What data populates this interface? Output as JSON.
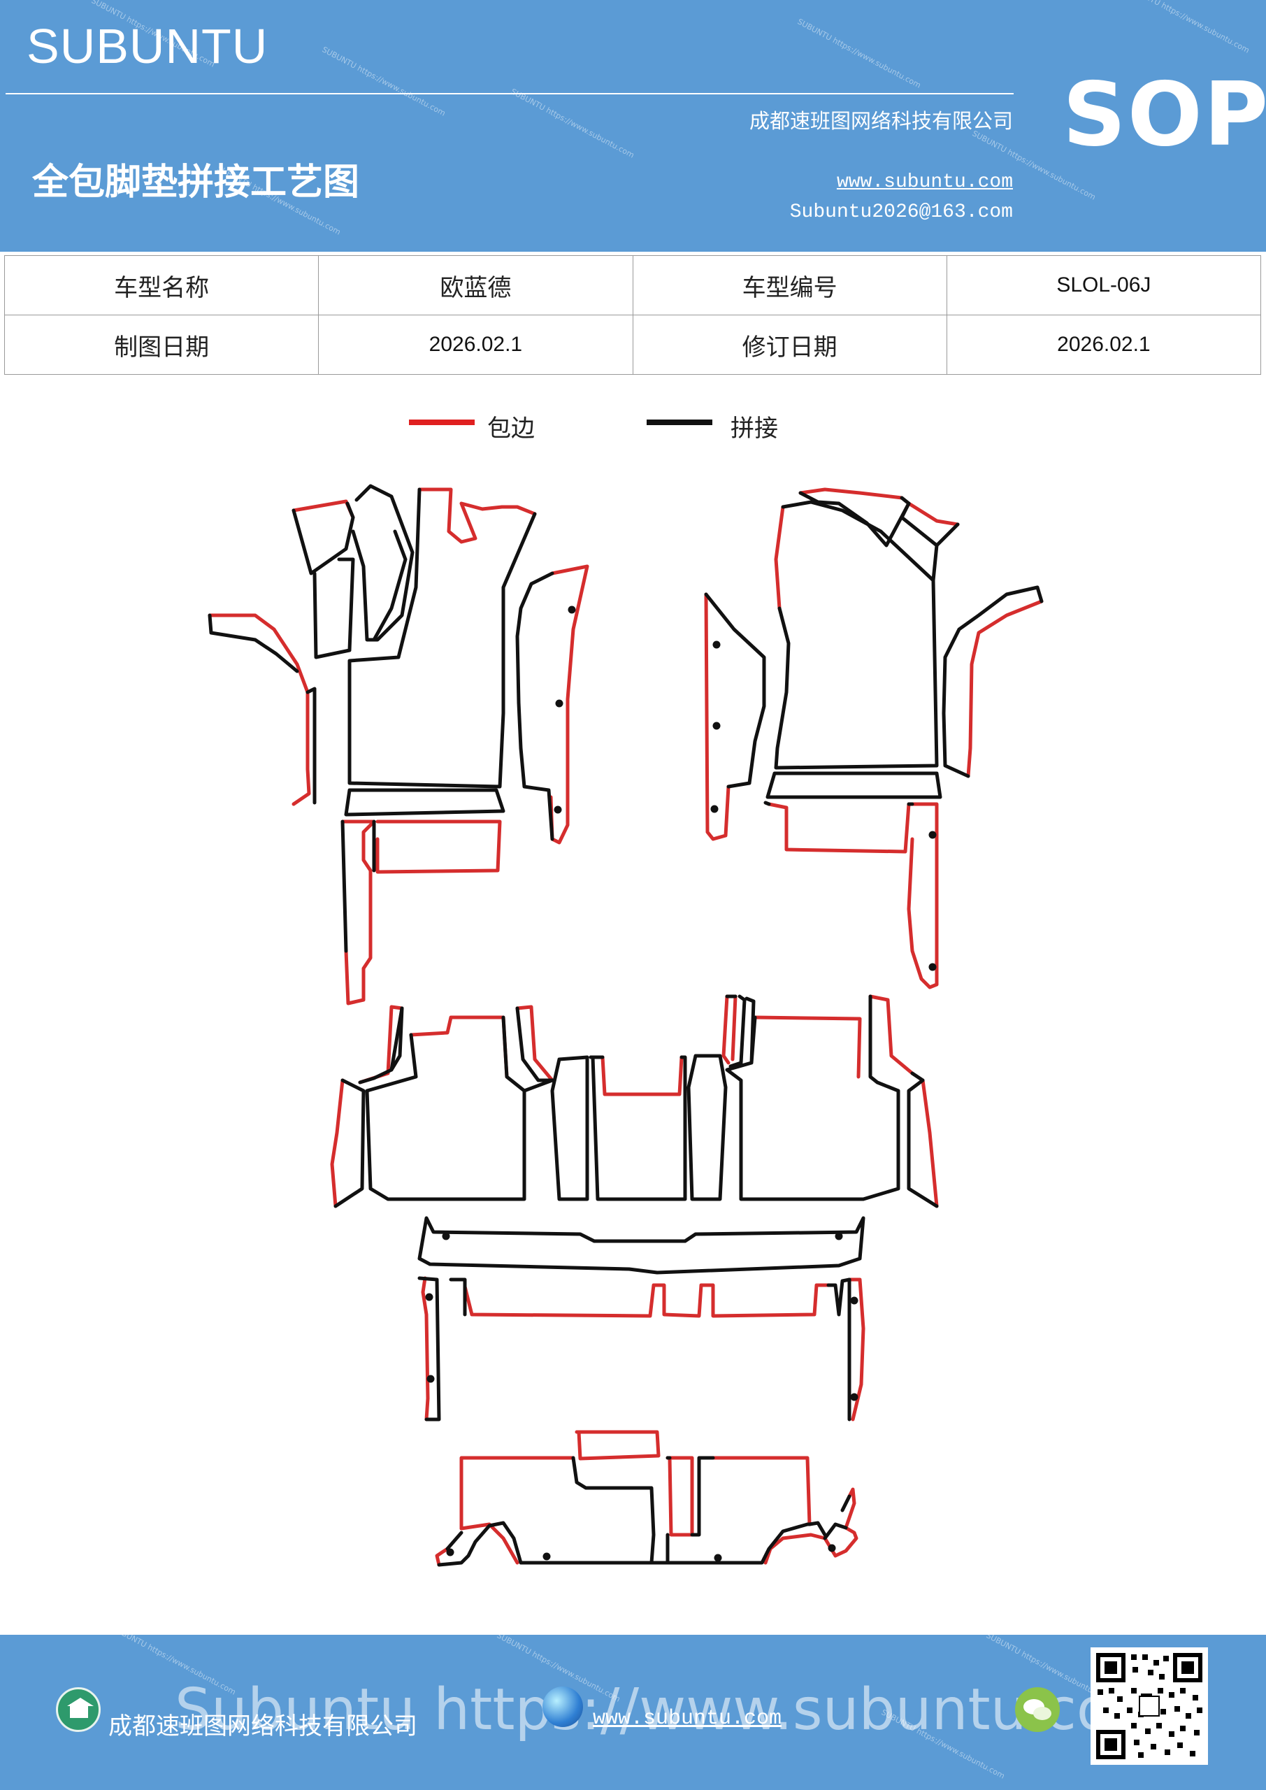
{
  "header": {
    "brand": "SUBUNTU",
    "company": "成都速班图网络科技有限公司",
    "title": "全包脚垫拼接工艺图",
    "website": "www.subuntu.com",
    "email": "Subuntu2026@163.com",
    "badge": "SOP",
    "watermark": "SUBUNTU https://www.subuntu.com"
  },
  "info_table": {
    "rows": [
      [
        "车型名称",
        "欧蓝德",
        "车型编号",
        "SLOL-06J"
      ],
      [
        "制图日期",
        "2026.02.1",
        "修订日期",
        "2026.02.1"
      ]
    ]
  },
  "legend": {
    "items": [
      {
        "label": "包边",
        "color": "#e02020"
      },
      {
        "label": "拼接",
        "color": "#111111"
      }
    ]
  },
  "footer": {
    "company": "成都速班图网络科技有限公司",
    "website": "www.subuntu.com",
    "watermark": "Subuntu https://www.subuntu.com",
    "icons": [
      "house-icon",
      "globe-icon",
      "wechat-icon",
      "qr-code"
    ]
  },
  "colors": {
    "header_blue": "#5b9bd5",
    "edge_red": "#d52d2d",
    "seam_black": "#111111"
  }
}
